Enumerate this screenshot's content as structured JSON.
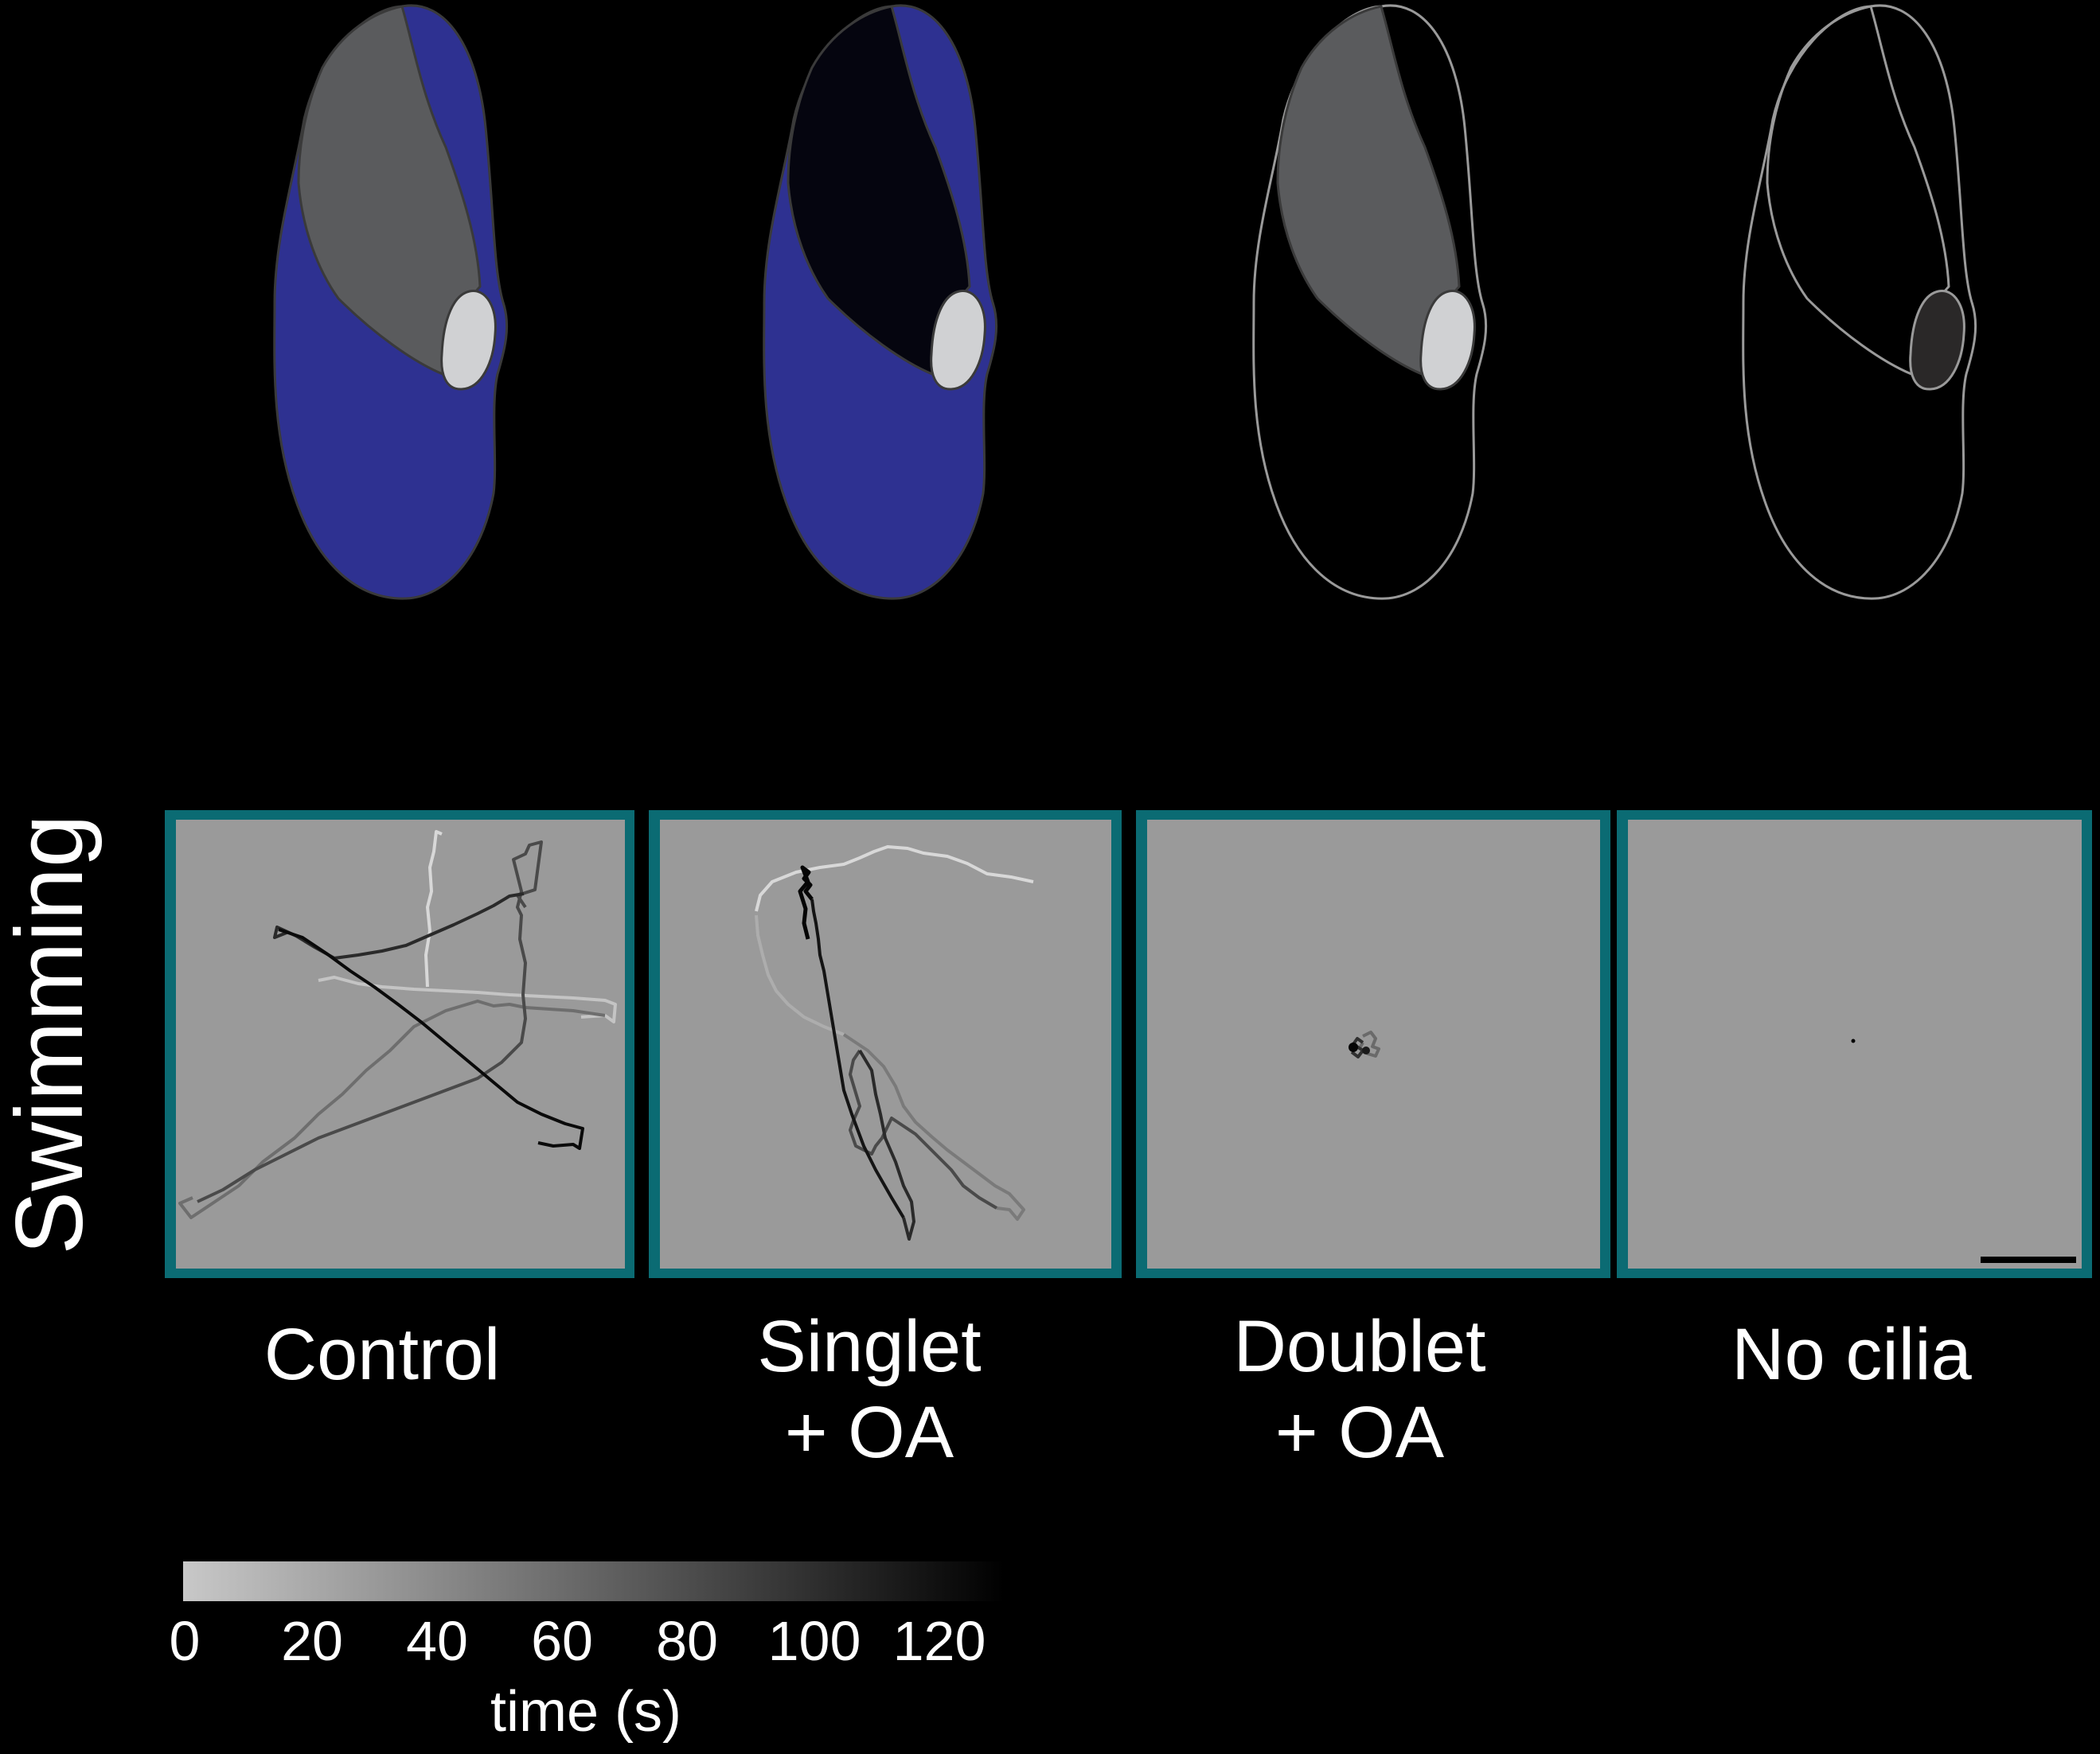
{
  "colors": {
    "background": "#000000",
    "ciliated_body": "#2e3191",
    "singlet_band": "#5a5b5d",
    "oa_band": "#05050f",
    "nucleus": "#d0d1d3",
    "nucleus_dark": "#2a2828",
    "outline": "#9a9a9a",
    "frame": "#0b6b73",
    "panel_bg": "#9a9a9a"
  },
  "row_label": "Swimming",
  "conditions": [
    {
      "id": "control",
      "label": "Control",
      "body_fill": "#2e3191",
      "band_fill": "#5a5b5d",
      "nucleus_fill": "#d0d1d3",
      "outline_only": false,
      "show_scale_bar": false
    },
    {
      "id": "singlet-oa",
      "label": "Singlet\n+ OA",
      "body_fill": "#2e3191",
      "band_fill": "#05050f",
      "nucleus_fill": "#d0d1d3",
      "outline_only": false,
      "show_scale_bar": false
    },
    {
      "id": "doublet-oa",
      "label": "Doublet\n+ OA",
      "body_fill": "none",
      "band_fill": "#5a5b5d",
      "nucleus_fill": "#d0d1d3",
      "outline_only": true,
      "show_scale_bar": false
    },
    {
      "id": "no-cilia",
      "label": "No cilia",
      "body_fill": "none",
      "band_fill": "none",
      "nucleus_fill": "#2a2828",
      "outline_only": true,
      "show_scale_bar": true
    }
  ],
  "colorbar": {
    "ticks": [
      "0",
      "20",
      "40",
      "60",
      "80",
      "100",
      "120"
    ],
    "axis_label": "time (s)",
    "start_color": "#c8c8c8",
    "end_color": "#000000"
  }
}
